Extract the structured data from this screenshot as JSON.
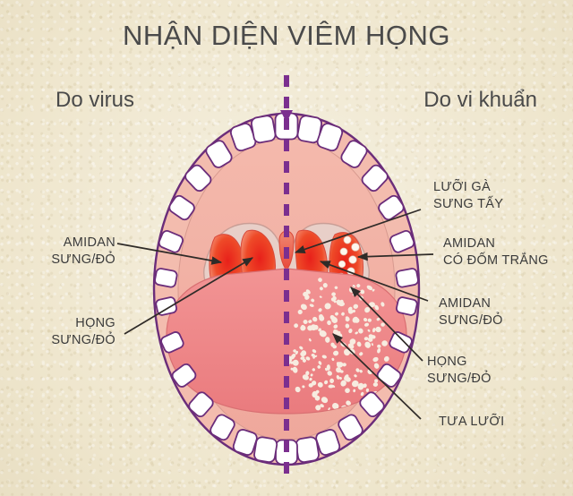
{
  "header": {
    "title": "NHẬN DIỆN VIÊM HỌNG",
    "left_side_label": "Do virus",
    "right_side_label": "Do vi khuẩn"
  },
  "callouts": {
    "left": [
      {
        "id": "amidan-sung-do-left",
        "text": "AMIDAN\nSƯNG/ĐỎ"
      },
      {
        "id": "hong-sung-do-left",
        "text": "HỌNG\nSƯNG/ĐỎ"
      }
    ],
    "right": [
      {
        "id": "luoi-ga-sung-tay",
        "text": "LƯỠI GÀ\nSƯNG TẤY"
      },
      {
        "id": "amidan-co-dom-trang",
        "text": "AMIDAN\nCÓ ĐỐM TRẮNG"
      },
      {
        "id": "amidan-sung-do-right",
        "text": "AMIDAN\nSƯNG/ĐỎ"
      },
      {
        "id": "hong-sung-do-right",
        "text": "HỌNG\nSƯNG/ĐỎ"
      },
      {
        "id": "tua-luoi",
        "text": "TƯA LƯỠI"
      }
    ]
  },
  "diagram": {
    "name": "open-mouth-throat-anatomy",
    "parts": [
      "mouth-outline",
      "upper-teeth",
      "lower-teeth",
      "hard-palate",
      "soft-palate",
      "uvula",
      "left-tonsil-inflamed",
      "right-tonsil-inflamed-with-white-spots",
      "tongue",
      "tongue-thrush-spots",
      "center-divider-dashed"
    ]
  },
  "colors": {
    "background": "#f1e9d2",
    "title_text": "#4a4a4a",
    "callout_text": "#3b3b3b",
    "divider_purple": "#7b2f8f",
    "outline_purple": "#6b2d7a",
    "palate_pink": "#f2b0a4",
    "tongue_pink": "#ef8484",
    "tonsil_red": "#e8241c",
    "tooth_white": "#ffffff",
    "spot_cream": "#f7ece0",
    "leader_line": "#2f2b28"
  }
}
